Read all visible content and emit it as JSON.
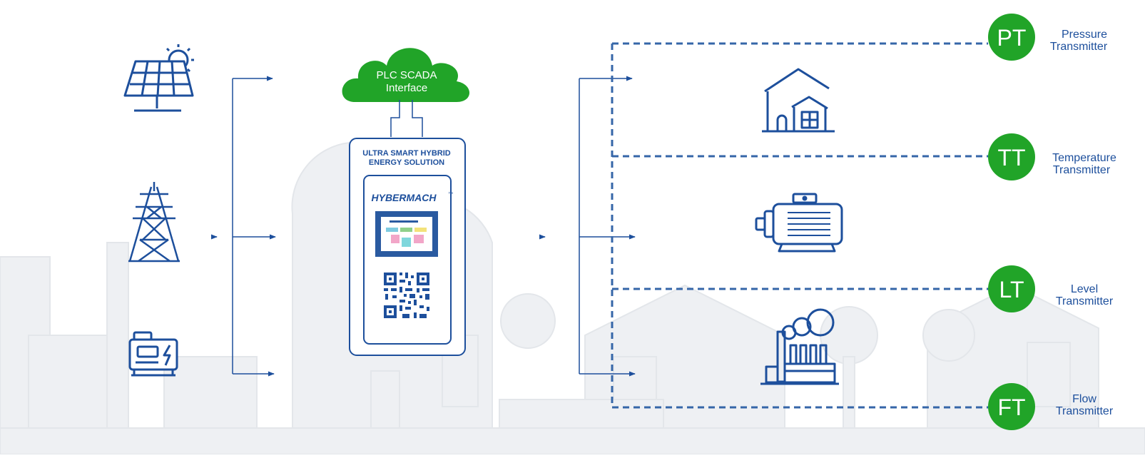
{
  "cloud": {
    "line1": "PLC SCADA",
    "line2": "Interface"
  },
  "device": {
    "title_line1": "ULTRA SMART HYBRID",
    "title_line2": "ENERGY SOLUTION",
    "brand": "HYBERMACH",
    "trademark": "™"
  },
  "sources": [
    "solar-panel",
    "transmission-tower",
    "generator"
  ],
  "loads": [
    "house",
    "electric-motor",
    "factory"
  ],
  "transmitters": [
    {
      "code": "PT",
      "line1": "Pressure",
      "line2": "Transmitter"
    },
    {
      "code": "TT",
      "line1": "Temperature",
      "line2": "Transmitter"
    },
    {
      "code": "LT",
      "line1": "Level",
      "line2": "Transmitter"
    },
    {
      "code": "FT",
      "line1": "Flow",
      "line2": "Transmitter"
    }
  ],
  "colors": {
    "primary_blue": "#1d4f9c",
    "line_blue": "#3566a8",
    "accent_green": "#21a428",
    "background_gray": "#eef0f3"
  }
}
